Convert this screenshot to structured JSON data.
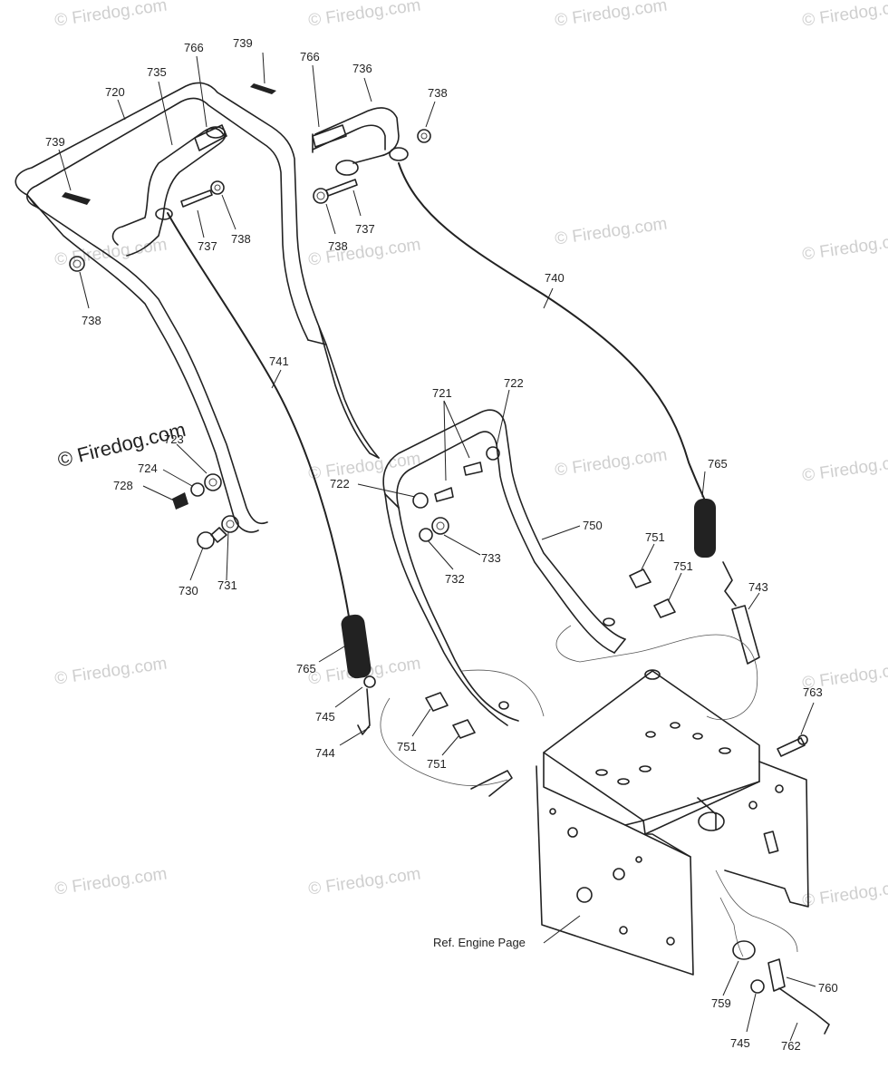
{
  "watermark": {
    "text": "© Firedog.com",
    "main_text": "© Firedog.com"
  },
  "reference_label": "Ref. Engine Page",
  "callouts": [
    {
      "id": "c-766a",
      "label": "766"
    },
    {
      "id": "c-739a",
      "label": "739"
    },
    {
      "id": "c-766b",
      "label": "766"
    },
    {
      "id": "c-736",
      "label": "736"
    },
    {
      "id": "c-735",
      "label": "735"
    },
    {
      "id": "c-720",
      "label": "720"
    },
    {
      "id": "c-738a",
      "label": "738"
    },
    {
      "id": "c-739b",
      "label": "739"
    },
    {
      "id": "c-737a",
      "label": "737"
    },
    {
      "id": "c-738b",
      "label": "738"
    },
    {
      "id": "c-738c",
      "label": "738"
    },
    {
      "id": "c-737b",
      "label": "737"
    },
    {
      "id": "c-738d",
      "label": "738"
    },
    {
      "id": "c-740",
      "label": "740"
    },
    {
      "id": "c-741",
      "label": "741"
    },
    {
      "id": "c-722a",
      "label": "722"
    },
    {
      "id": "c-721",
      "label": "721"
    },
    {
      "id": "c-723",
      "label": "723"
    },
    {
      "id": "c-724",
      "label": "724"
    },
    {
      "id": "c-728",
      "label": "728"
    },
    {
      "id": "c-722b",
      "label": "722"
    },
    {
      "id": "c-765a",
      "label": "765"
    },
    {
      "id": "c-750",
      "label": "750"
    },
    {
      "id": "c-733",
      "label": "733"
    },
    {
      "id": "c-732",
      "label": "732"
    },
    {
      "id": "c-730",
      "label": "730"
    },
    {
      "id": "c-731",
      "label": "731"
    },
    {
      "id": "c-751a",
      "label": "751"
    },
    {
      "id": "c-751b",
      "label": "751"
    },
    {
      "id": "c-743",
      "label": "743"
    },
    {
      "id": "c-765b",
      "label": "765"
    },
    {
      "id": "c-745a",
      "label": "745"
    },
    {
      "id": "c-744",
      "label": "744"
    },
    {
      "id": "c-751c",
      "label": "751"
    },
    {
      "id": "c-751d",
      "label": "751"
    },
    {
      "id": "c-763",
      "label": "763"
    },
    {
      "id": "c-759",
      "label": "759"
    },
    {
      "id": "c-760",
      "label": "760"
    },
    {
      "id": "c-745b",
      "label": "745"
    },
    {
      "id": "c-762",
      "label": "762"
    }
  ]
}
